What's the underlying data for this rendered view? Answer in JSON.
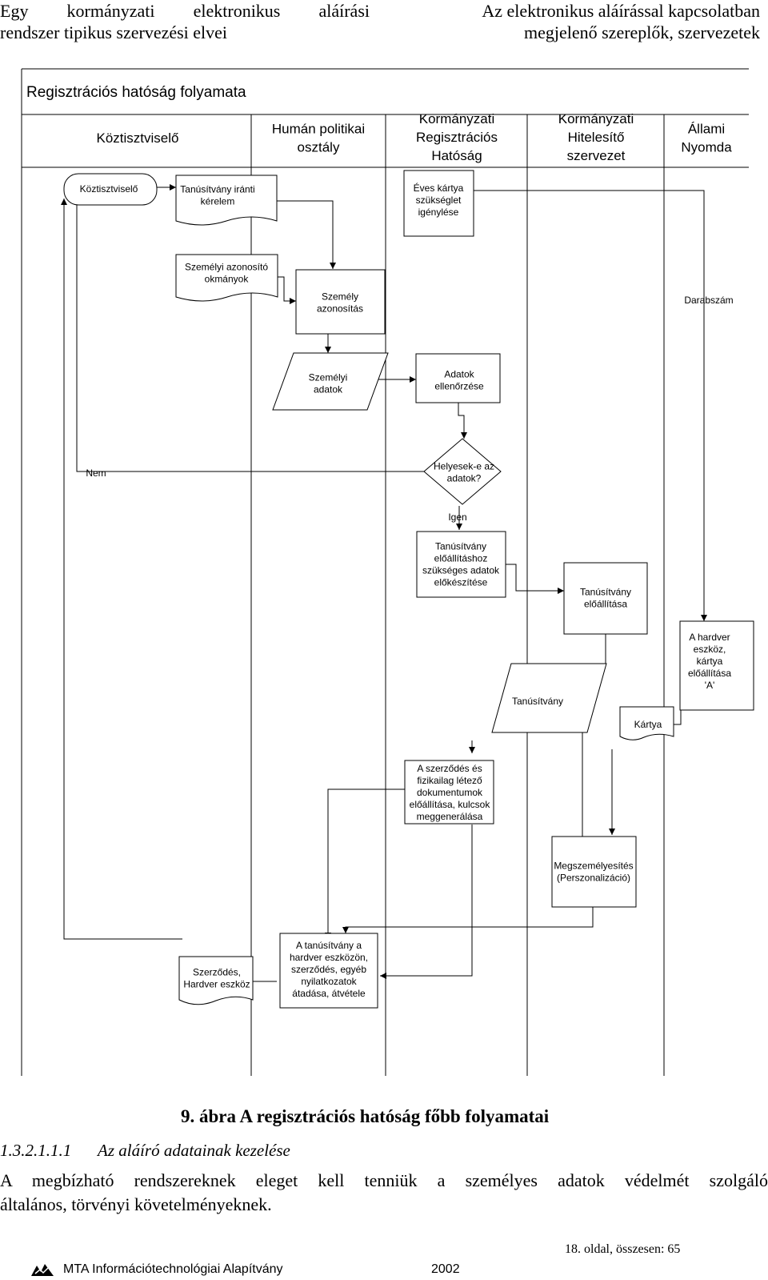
{
  "header": {
    "left_line1_words": [
      "Egy",
      "kormányzati",
      "elektronikus",
      "aláírási"
    ],
    "left_line2": "rendszer tipikus szervezési elvei",
    "right_line1": "Az elektronikus aláírással kapcsolatban",
    "right_line2": "megjelenő szereplők, szervezetek"
  },
  "diagram": {
    "title": "Regisztrációs hatóság folyamata",
    "lanes": [
      [
        "Köztisztviselő"
      ],
      [
        "Humán politikai",
        "osztály"
      ],
      [
        "Kormányzati",
        "Regisztrációs",
        "Hatóság"
      ],
      [
        "Kormányzati",
        "Hitelesítő",
        "szervezet"
      ],
      [
        "Állami",
        "Nyomda"
      ]
    ],
    "shapes": {
      "start": [
        "Köztisztviselő"
      ],
      "request_doc": [
        "Tanúsítvány iránti",
        "kérelem"
      ],
      "card_demand": [
        "Éves kártya",
        "szükséglet",
        "igénylése"
      ],
      "id_docs": [
        "Személyi azonosító",
        "okmányok"
      ],
      "person_id": [
        "Személy",
        "azonosítás"
      ],
      "count_label": [
        "Darabszám"
      ],
      "personal_data": [
        "Személyi",
        "adatok"
      ],
      "data_check": [
        "Adatok",
        "ellenőrzése"
      ],
      "no_label": [
        "Nem"
      ],
      "decision": [
        "Helyesek-e az",
        "adatok?"
      ],
      "yes_label": [
        "Igen"
      ],
      "prep_data": [
        "Tanúsítvány",
        "előállításhoz",
        "szükséges adatok",
        "előkészítése"
      ],
      "cert_produce": [
        "Tanúsítvány",
        "előállítása"
      ],
      "hardware": [
        "A hardver",
        "eszköz,",
        "kártya",
        "előállítása",
        "'A'"
      ],
      "cert_data": [
        "Tanúsítvány"
      ],
      "card_doc": [
        "Kártya"
      ],
      "contract_prod": [
        "A szerződés és",
        "fizikailag létező",
        "dokumentumok",
        "előállítása, kulcsok",
        "meggenerálása"
      ],
      "personalize": [
        "Megszemélyesítés",
        "(Perszonalizáció)"
      ],
      "contract_doc": [
        "Szerződés,",
        "Hardver eszköz"
      ],
      "handover": [
        "A tanúsítvány a",
        "hardver eszközön,",
        "szerződés, egyéb",
        "nyilatkozatok",
        "átadása, átvétele"
      ]
    }
  },
  "caption": "9. ábra A regisztrációs hatóság főbb folyamatai",
  "section": {
    "number": "1.3.2.1.1.1",
    "title": "Az aláíró adatainak kezelése"
  },
  "paragraph": {
    "line1": "A megbízható rendszereknek eleget kell tenniük a személyes adatok védelmét szolgáló",
    "line2": "általános, törvényi követelményeknek."
  },
  "page_number": "18. oldal, összesen: 65",
  "footer": {
    "org": "MTA Információtechnológiai Alapítvány",
    "year": "2002",
    "logo_icon": "mta-logo-icon"
  }
}
